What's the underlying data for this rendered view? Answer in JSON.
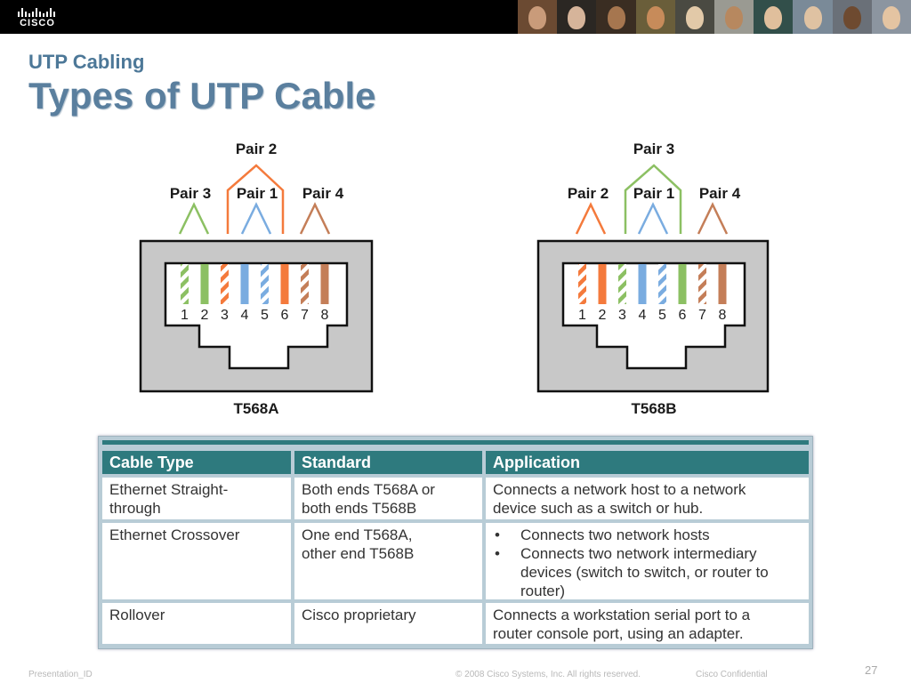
{
  "header": {
    "logo_text": "CISCO",
    "photos": [
      {
        "bg": "#6b4a32",
        "skin": "#c99b7a"
      },
      {
        "bg": "#2b2723",
        "skin": "#d6b49a"
      },
      {
        "bg": "#3a2d22",
        "skin": "#a6764f"
      },
      {
        "bg": "#6a5e3a",
        "skin": "#c78b5a"
      },
      {
        "bg": "#4a4a42",
        "skin": "#e2c9a8"
      },
      {
        "bg": "#9a9a92",
        "skin": "#b7885f"
      },
      {
        "bg": "#324f4a",
        "skin": "#e0bf9c"
      },
      {
        "bg": "#7a8a98",
        "skin": "#dfc2a2"
      },
      {
        "bg": "#6a7078",
        "skin": "#6e4a30"
      },
      {
        "bg": "#8c95a0",
        "skin": "#e4c4a2"
      }
    ]
  },
  "slide": {
    "subtitle": "UTP Cabling",
    "title": "Types of UTP Cable"
  },
  "diagrams": {
    "t568a": {
      "caption": "T568A",
      "top_pair": "Pair 2",
      "side_pairs": [
        "Pair 3",
        "Pair 1",
        "Pair 4"
      ],
      "wires": [
        "green-stripe",
        "green",
        "orange-stripe",
        "blue",
        "blue-stripe",
        "orange",
        "brown-stripe",
        "brown"
      ]
    },
    "t568b": {
      "caption": "T568B",
      "top_pair": "Pair 3",
      "side_pairs": [
        "Pair 2",
        "Pair 1",
        "Pair 4"
      ],
      "wires": [
        "orange-stripe",
        "orange",
        "green-stripe",
        "blue",
        "blue-stripe",
        "green",
        "brown-stripe",
        "brown"
      ]
    },
    "pin_numbers": [
      "1",
      "2",
      "3",
      "4",
      "5",
      "6",
      "7",
      "8"
    ],
    "colors": {
      "green": "#8cc063",
      "orange": "#f47a3c",
      "blue": "#7aace0",
      "brown": "#c47e58",
      "plug": "#c8c8c8",
      "outline": "#111111"
    }
  },
  "table": {
    "headers": [
      "Cable Type",
      "Standard",
      "Application"
    ],
    "rows": [
      {
        "type": "Ethernet Straight-\nthrough",
        "standard": "Both ends T568A or\nboth ends T568B",
        "application": "Connects a network host to a network\ndevice such as a switch or hub."
      },
      {
        "type": "Ethernet Crossover",
        "standard": "One end T568A,\nother end T568B",
        "bullets": [
          "Connects two network hosts",
          "Connects two network intermediary\ndevices (switch to switch, or router to\nrouter)"
        ]
      },
      {
        "type": "Rollover",
        "standard": "Cisco proprietary",
        "application": "Connects a workstation serial port to a\nrouter console port, using an adapter."
      }
    ],
    "bullet_char": "•",
    "header_color": "#2e7a7e"
  },
  "footer": {
    "presentation_id": "Presentation_ID",
    "copyright": "© 2008 Cisco Systems, Inc. All rights reserved.",
    "confidential": "Cisco Confidential",
    "page_number": "27"
  }
}
